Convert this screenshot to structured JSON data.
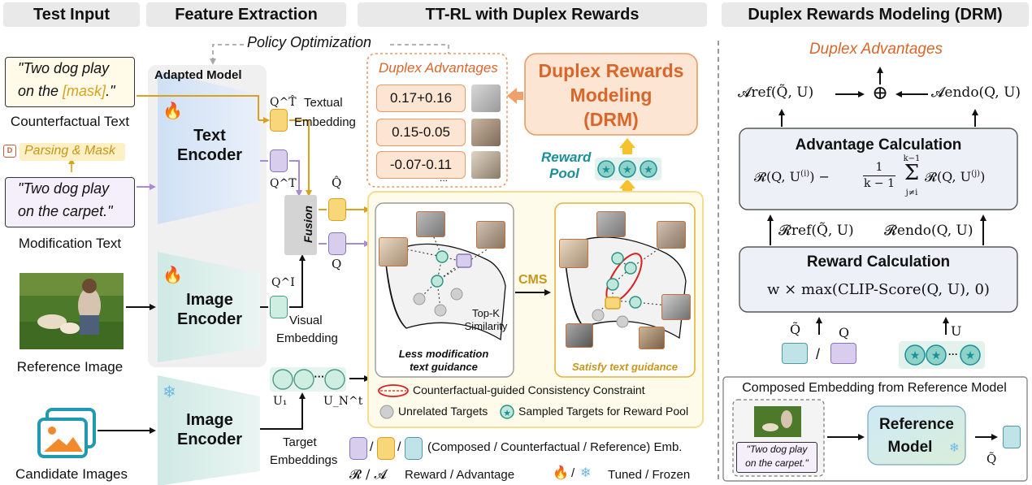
{
  "headers": {
    "test_input": "Test Input",
    "feature_extraction": "Feature Extraction",
    "ttrl": "TT-RL with Duplex Rewards",
    "drm": "Duplex Rewards Modeling (DRM)"
  },
  "test_input": {
    "counterfactual_text": "\"Two dog play on the [mask].\"",
    "counterfactual_line1": "\"Two dog play",
    "counterfactual_line2a": "on the ",
    "counterfactual_mask": "[mask]",
    "counterfactual_line2b": ".\"",
    "counterfactual_label": "Counterfactual Text",
    "parsing_label": "Parsing & Mask",
    "modification_line1": "\"Two dog play",
    "modification_line2": "on the carpet.\"",
    "modification_label": "Modification Text",
    "reference_label": "Reference Image",
    "candidate_label": "Candidate Images"
  },
  "feature": {
    "policy_optimization": "Policy Optimization",
    "adapted_model": "Adapted Model",
    "text_encoder_1": "Text",
    "text_encoder_2": "Encoder",
    "image_encoder_a1": "Image",
    "image_encoder_a2": "Encoder",
    "image_encoder_b1": "Image",
    "image_encoder_b2": "Encoder",
    "textual_embedding_1": "Textual",
    "textual_embedding_2": "Embedding",
    "visual_embedding_1": "Visual",
    "visual_embedding_2": "Embedding",
    "target_embeddings_1": "Target",
    "target_embeddings_2": "Embeddings",
    "fusion": "Fusion",
    "q_t_hat": "Q^T̂",
    "q_t": "Q^T",
    "q_i": "Q^I",
    "q_hat": "Q̂",
    "q": "Q",
    "u1": "U₁",
    "un": "U_N^t"
  },
  "ttrl": {
    "duplex_advantages": "Duplex Advantages",
    "advantages": [
      "0.17+0.16",
      "0.15-0.05",
      "-0.07-0.11",
      "..."
    ],
    "drm_box_1": "Duplex Rewards",
    "drm_box_2": "Modeling",
    "drm_box_3": "(DRM)",
    "reward_pool_1": "Reward",
    "reward_pool_2": "Pool",
    "top_k_1": "Top-K",
    "top_k_2": "Similarity",
    "cms": "CMS",
    "less_mod_1": "Less modification",
    "less_mod_2": "text guidance",
    "satisfy": "Satisfy text guidance",
    "legend_cgcc": "Counterfactual-guided Consistency Constraint",
    "legend_unrelated": "Unrelated Targets",
    "legend_sampled": "Sampled Targets for Reward Pool"
  },
  "legend": {
    "emb": "(Composed / Counterfactual / Reference) Emb.",
    "ra_symbols": "𝓡 / 𝓐",
    "ra_text": "Reward / Advantage",
    "tuned_frozen": "Tuned / Frozen",
    "slash": "/"
  },
  "drm": {
    "duplex_advantages": "Duplex Advantages",
    "a_ref": "𝓐ref(Q̃, U)",
    "a_endo": "𝓐endo(Q, U)",
    "oplus": "⊕",
    "advantage_title": "Advantage Calculation",
    "advantage_formula_a": "𝓡(Q, U",
    "advantage_formula_sup": "(i)",
    "advantage_formula_b": ") − ",
    "frac_num": "1",
    "frac_den": "k − 1",
    "sum_top": "k−1",
    "sum_sym": "Σ",
    "sum_bot": "j≠i",
    "advantage_formula_c": "𝓡(Q, U",
    "advantage_formula_sup2": "(j)",
    "advantage_formula_d": ")",
    "r_ref": "𝓡ref(Q̃, U)",
    "r_endo": "𝓡endo(Q, U)",
    "reward_title": "Reward Calculation",
    "reward_formula": "w × max(CLIP-Score(Q, U), 0)",
    "q_tilde": "Q̃",
    "q": "Q",
    "u": "U",
    "slash": "/",
    "composed_title": "Composed  Embedding from Reference Model",
    "composed_text_1": "\"Two dog play",
    "composed_text_2": "on the carpet.\"",
    "reference_model_1": "Reference",
    "reference_model_2": "Model",
    "q_tilde_out": "Q̃"
  },
  "colors": {
    "header_bg": "#e9e9e9",
    "orange_text": "#d9662b",
    "teal": "#1b8f9a",
    "drm_fill": "#fde5d3"
  }
}
